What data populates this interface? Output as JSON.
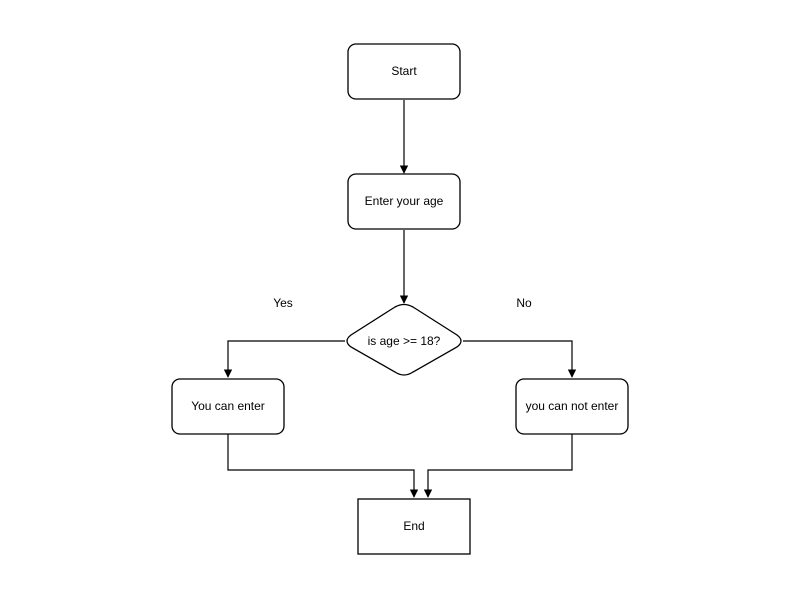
{
  "diagram": {
    "nodes": {
      "start": "Start",
      "input_age": "Enter your age",
      "decision": "is age >= 18?",
      "yes_result": "You can enter",
      "no_result": "you can not enter",
      "end": "End"
    },
    "branch_labels": {
      "yes": "Yes",
      "no": "No"
    }
  }
}
